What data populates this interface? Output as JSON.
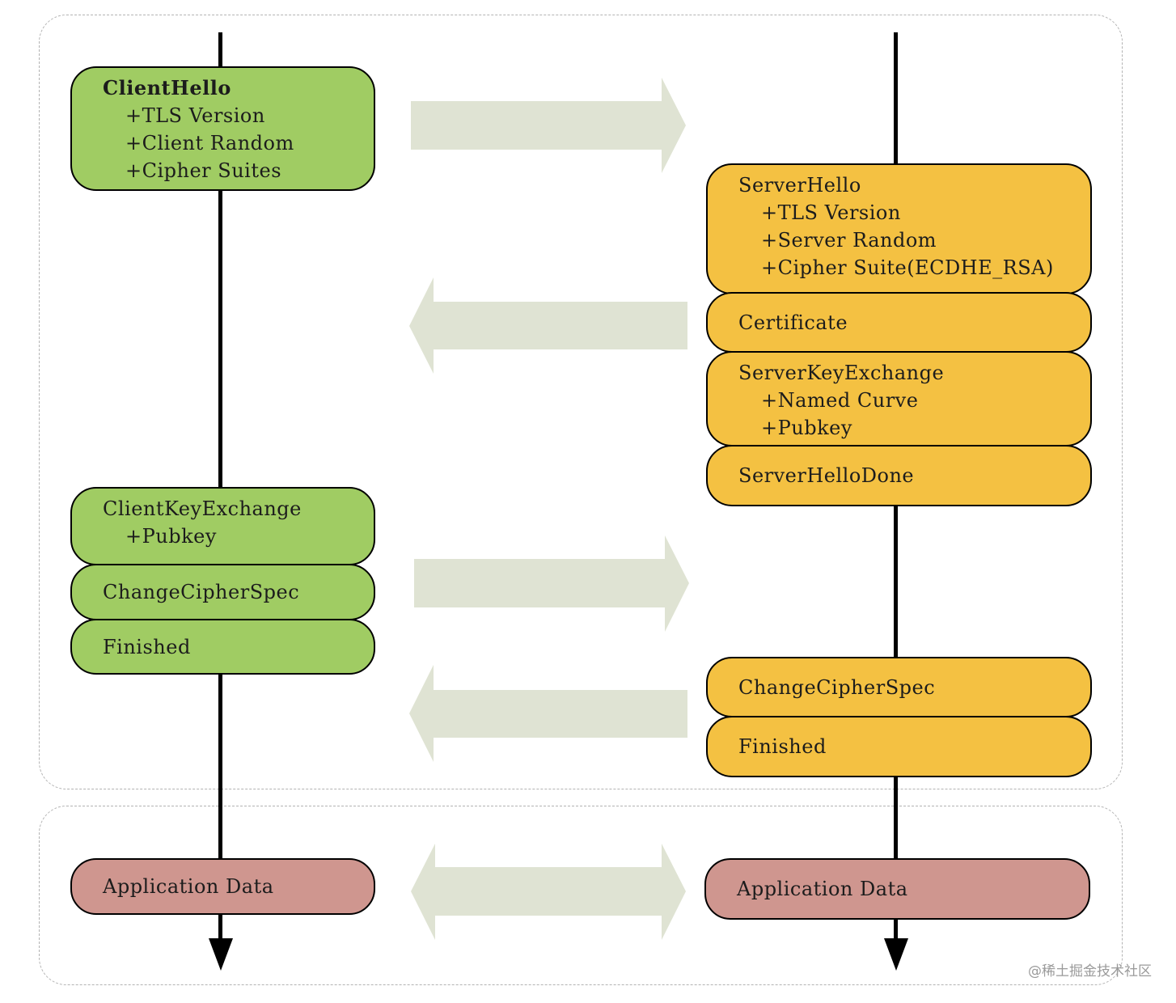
{
  "client_messages": [
    {
      "title": "ClientHello",
      "fields": [
        "+TLS Version",
        "+Client Random",
        "+Cipher Suites"
      ]
    },
    {
      "title": "ClientKeyExchange",
      "fields": [
        "+Pubkey"
      ]
    },
    {
      "title": "ChangeCipherSpec",
      "fields": []
    },
    {
      "title": "Finished",
      "fields": []
    },
    {
      "title": "Application Data",
      "fields": []
    }
  ],
  "server_messages": [
    {
      "title": "ServerHello",
      "fields": [
        "+TLS Version",
        "+Server Random",
        "+Cipher Suite(ECDHE_RSA)"
      ]
    },
    {
      "title": "Certificate",
      "fields": []
    },
    {
      "title": "ServerKeyExchange",
      "fields": [
        "+Named Curve",
        "+Pubkey"
      ]
    },
    {
      "title": "ServerHelloDone",
      "fields": []
    },
    {
      "title": "ChangeCipherSpec",
      "fields": []
    },
    {
      "title": "Finished",
      "fields": []
    },
    {
      "title": "Application Data",
      "fields": []
    }
  ],
  "watermark": "@稀土掘金技术社区",
  "colors": {
    "client": "#a0cc63",
    "server": "#f4c142",
    "application_data": "#cf968f",
    "flow_arrow": "#dfe3d3"
  }
}
